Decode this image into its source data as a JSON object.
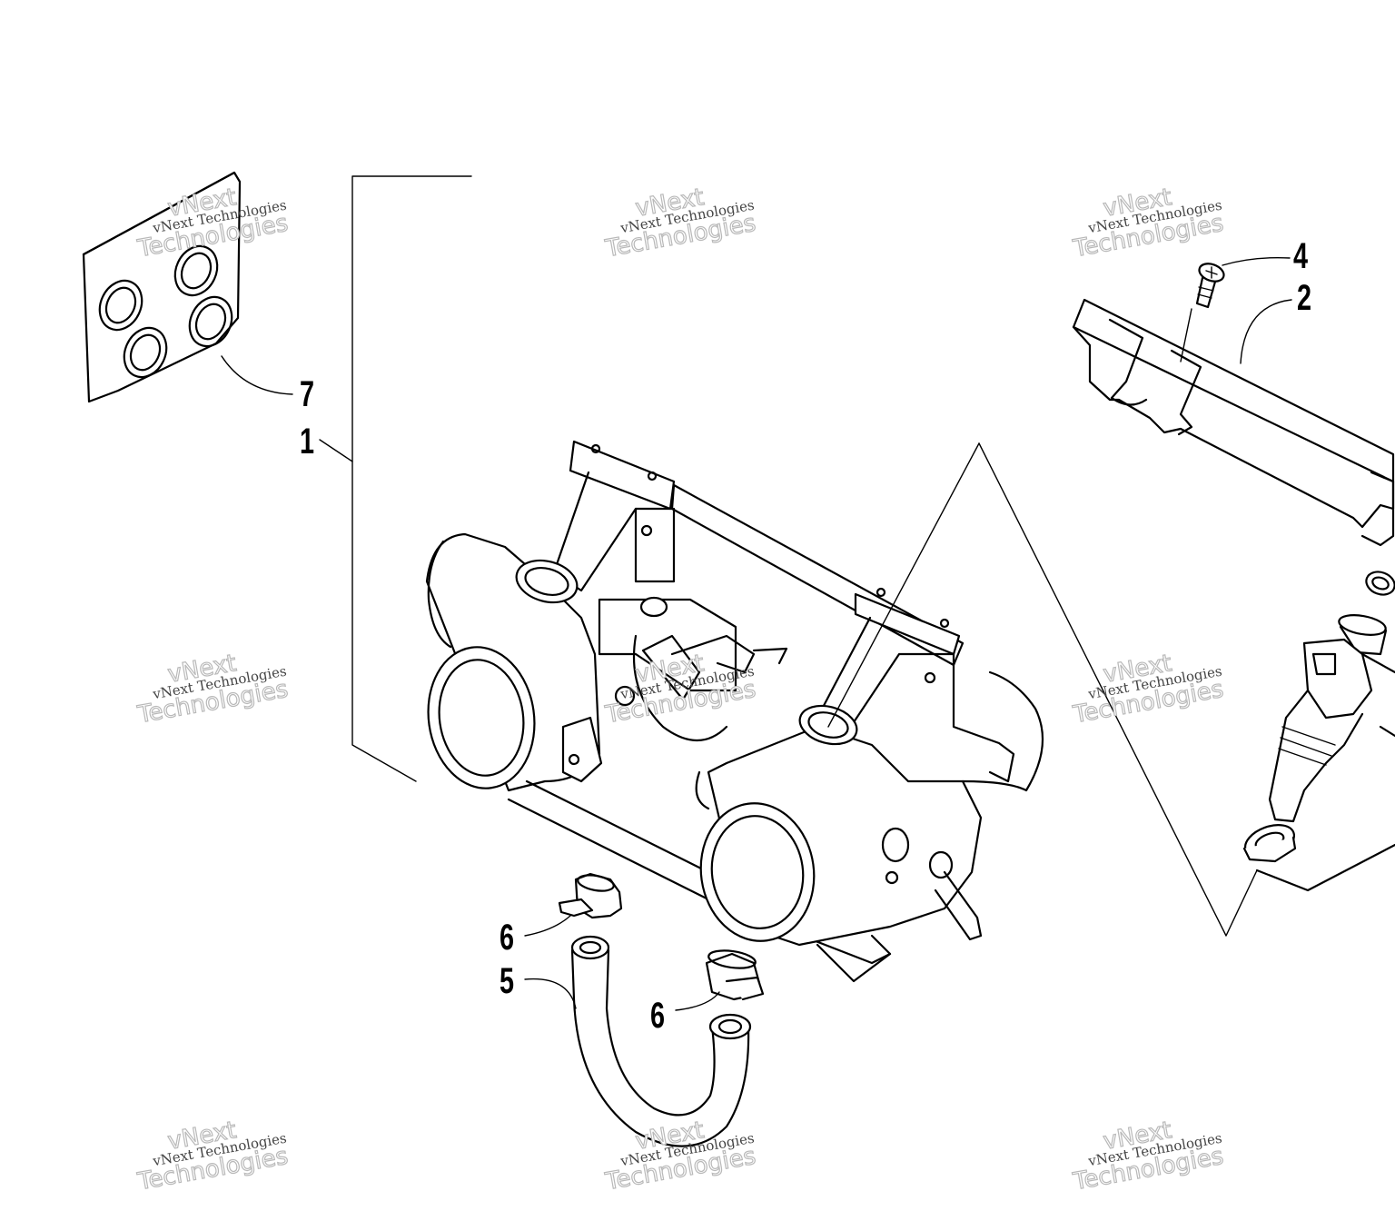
{
  "callouts": {
    "c1": "1",
    "c2": "2",
    "c4": "4",
    "c5": "5",
    "c6a": "6",
    "c6b": "6",
    "c7": "7"
  },
  "watermark": {
    "line1": "vNext Technologies",
    "big1": "vNext",
    "big2": "Technologies"
  },
  "colors": {
    "line": "#000000",
    "watermark": "#b9b9b9",
    "background": "#ffffff"
  }
}
